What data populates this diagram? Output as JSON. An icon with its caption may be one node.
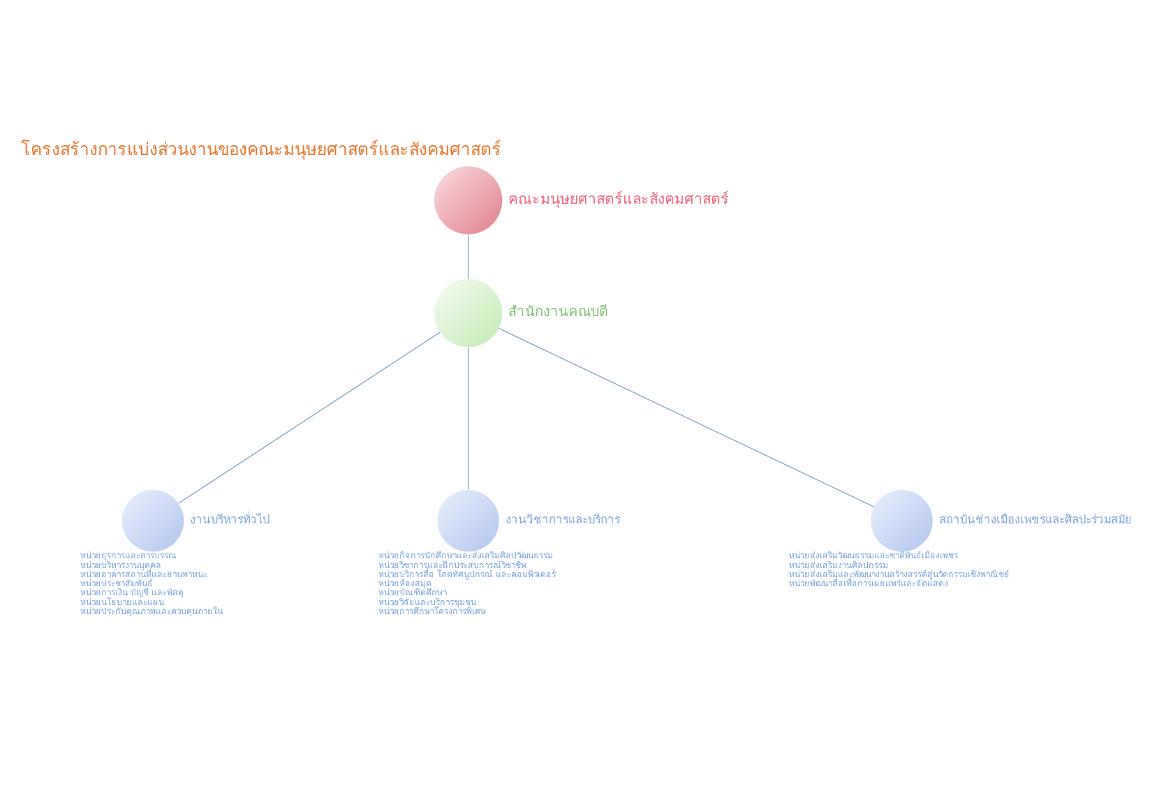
{
  "diagram": {
    "title": "โครงสร้างการแบ่งส่วนงานของคณะมนุษยศาสตร์และสังคมศาสตร์",
    "nodes": [
      {
        "text": [
          "คณะมนุษยศาสตร์และสังคมศาสตร์"
        ]
      },
      {
        "text": [
          "สำนักงานคณบดี"
        ]
      },
      {
        "text": [
          "งานบริหารทั่วไป"
        ],
        "beside": [
          "หน่วยธุรการและสารบรรณ",
          "หน่วยบริหารงานบุคคล",
          "หน่วยอาคารสถานที่และยานพาหนะ",
          "หน่วยประชาสัมพันธ์",
          "หน่วยการเงิน บัญชี และพัสดุ",
          "หน่วยนโยบายและแผน",
          "หน่วยประกันคุณภาพและควบคุมภายใน"
        ]
      },
      {
        "text": [
          "งานวิชาการและบริการ"
        ],
        "beside": [
          "หน่วยกิจการนักศึกษาและส่งเสริมศิลปวัฒนธรรม",
          "หน่วยวิชาการและฝึกประสบการณ์วิชาชีพ",
          "หน่วยบริการสื่อ โสตทัศนูปกรณ์ และคอมพิวเตอร์",
          "หน่วยห้องสมุด",
          "หน่วยบัณฑิตศึกษา",
          "หน่วยวิจัยและบริการชุมชน",
          "หน่วยการศึกษาโครงการพิเศษ"
        ]
      },
      {
        "text": [
          "สถาบันช่างเมืองเพชรและศิลปะร่วมสมัย"
        ],
        "beside": [
          "หน่วยส่งเสริมวัฒนธรรมและชาติพันธ์เมืองเพชร",
          "หน่วยส่งเสริมงานศิลปกรรม",
          "หน่วยส่งเสริมและพัฒนางานสร้างสรรค์สู่นวัตกรรมเชิงพาณิชย์",
          "หน่วยพัฒนาสื่อเพื่อการเผยแพร่และจัดแสดง"
        ]
      }
    ],
    "edges": [
      {
        "from": 0,
        "to": 1,
        "arrow": "none"
      },
      {
        "from": 1,
        "to": 2,
        "arrow": "none"
      },
      {
        "from": 1,
        "to": 3,
        "arrow": "none"
      },
      {
        "from": 1,
        "to": 4,
        "arrow": "none"
      }
    ]
  }
}
